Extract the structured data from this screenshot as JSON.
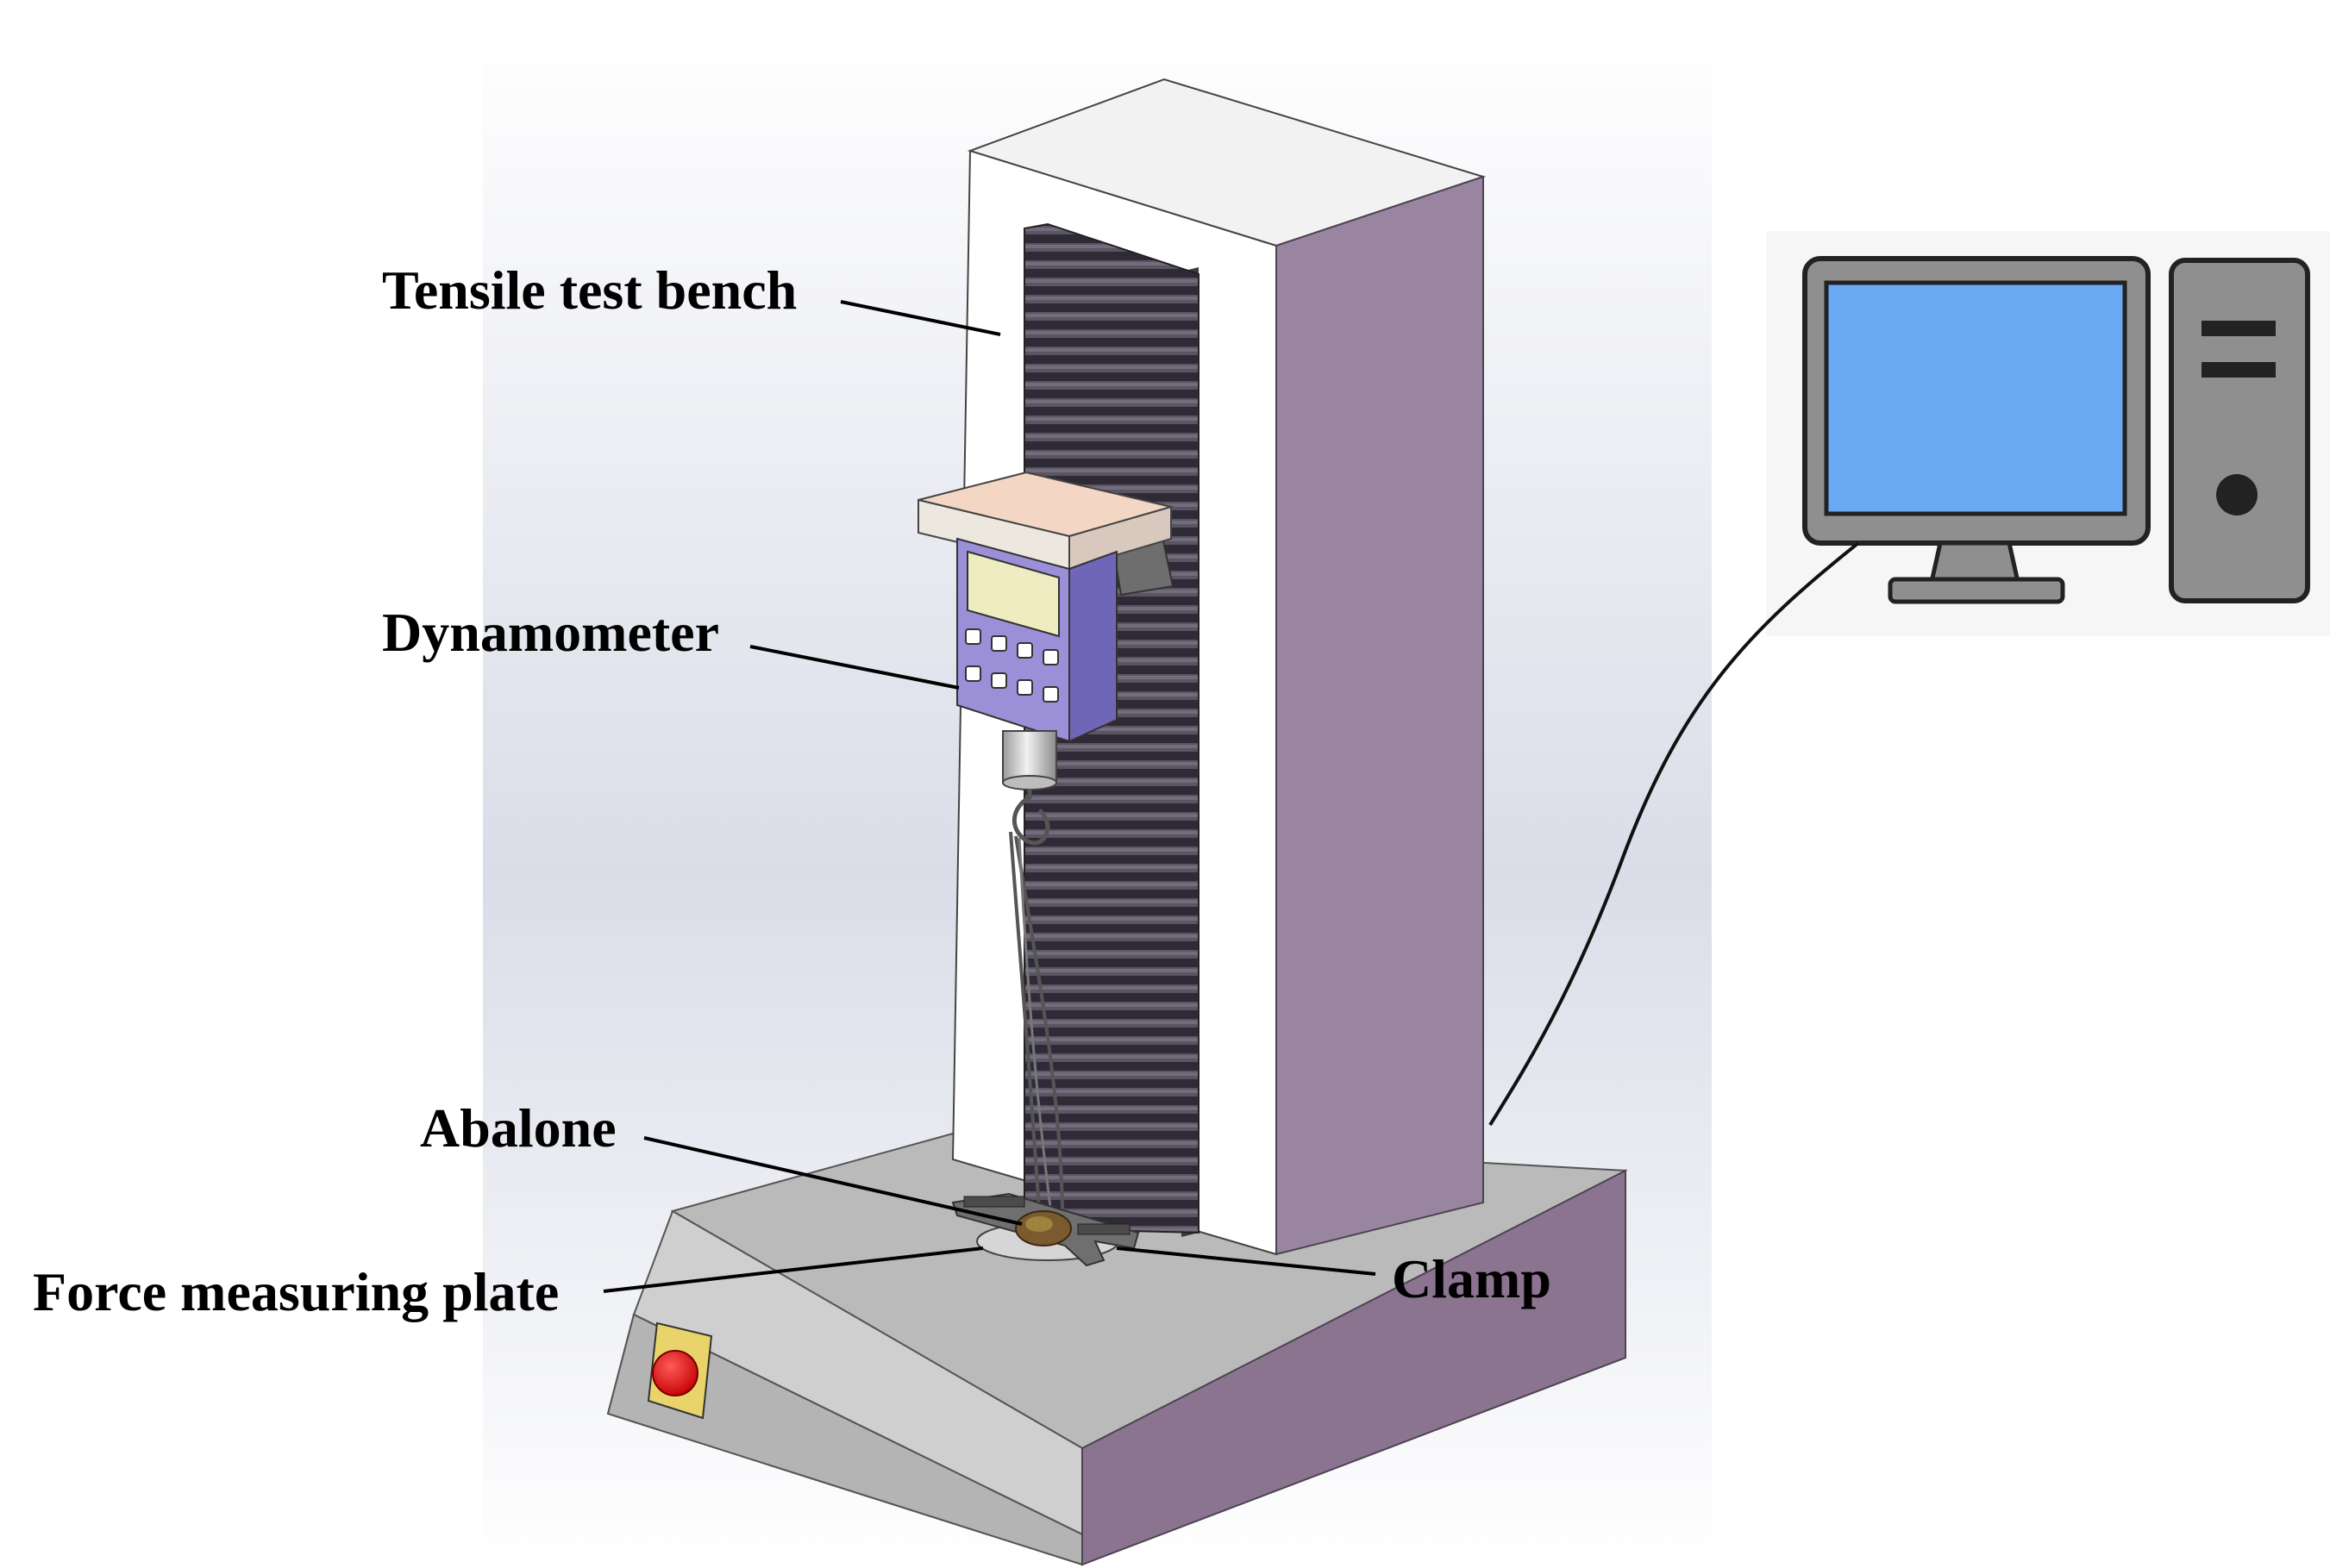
{
  "labels": {
    "tensile_test_bench": "Tensile test bench",
    "dynamometer": "Dynamometer",
    "abalone": "Abalone",
    "force_measuring_plate": "Force measuring plate",
    "clamp": "Clamp"
  },
  "colors": {
    "column_side": "#9a85a0",
    "column_front": "#ffffff",
    "base_side": "#8a7490",
    "base_top": "#bcbcbc",
    "ribbed_rail": "#3d3844",
    "dynamometer_body": "#9b8fd8",
    "dynamometer_screen": "#eeecc0",
    "crosshead_top": "#f4d6c4",
    "emergency_button": "#e60000",
    "monitor_screen": "#6aaaf4",
    "computer_body": "#8f8f8f"
  },
  "icons": [
    "emergency-stop-button",
    "computer-monitor-icon",
    "computer-tower-icon"
  ]
}
